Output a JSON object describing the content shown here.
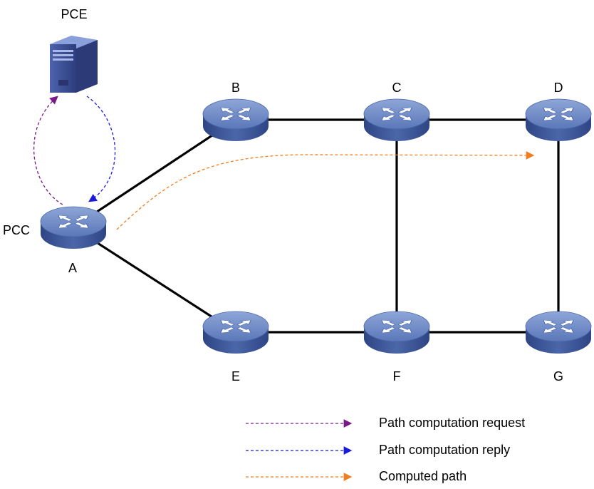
{
  "pce_label": "PCE",
  "pcc_label": "PCC",
  "nodes": [
    {
      "id": "A",
      "label": "A"
    },
    {
      "id": "B",
      "label": "B"
    },
    {
      "id": "C",
      "label": "C"
    },
    {
      "id": "D",
      "label": "D"
    },
    {
      "id": "E",
      "label": "E"
    },
    {
      "id": "F",
      "label": "F"
    },
    {
      "id": "G",
      "label": "G"
    }
  ],
  "links": [
    [
      "A",
      "B"
    ],
    [
      "A",
      "E"
    ],
    [
      "B",
      "C"
    ],
    [
      "C",
      "D"
    ],
    [
      "C",
      "F"
    ],
    [
      "D",
      "G"
    ],
    [
      "E",
      "F"
    ],
    [
      "F",
      "G"
    ]
  ],
  "legend": [
    {
      "label": "Path computation request",
      "color": "#7a1a8a"
    },
    {
      "label": "Path computation reply",
      "color": "#1a1adc"
    },
    {
      "label": "Computed path",
      "color": "#f07d1e"
    }
  ],
  "colors": {
    "link": "#000000",
    "router_top": "#6a86c4",
    "router_side": "#3b5596",
    "server": "#3a4d95"
  }
}
